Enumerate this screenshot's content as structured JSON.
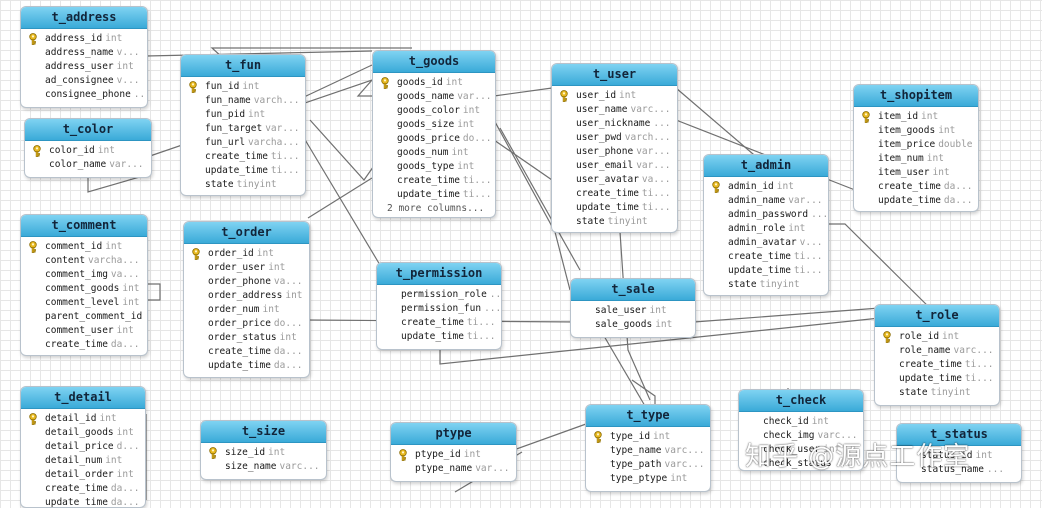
{
  "tables": [
    {
      "name": "t_address",
      "columns": [
        {
          "name": "address_id",
          "type": "int",
          "pk": true
        },
        {
          "name": "address_name",
          "type": "v..."
        },
        {
          "name": "address_user",
          "type": "int"
        },
        {
          "name": "ad_consignee",
          "type": "v..."
        },
        {
          "name": "consignee_phone",
          "type": "..."
        }
      ]
    },
    {
      "name": "t_color",
      "columns": [
        {
          "name": "color_id",
          "type": "int",
          "pk": true
        },
        {
          "name": "color_name",
          "type": "var..."
        }
      ]
    },
    {
      "name": "t_comment",
      "columns": [
        {
          "name": "comment_id",
          "type": "int",
          "pk": true
        },
        {
          "name": "content",
          "type": "varcha..."
        },
        {
          "name": "comment_img",
          "type": "va..."
        },
        {
          "name": "comment_goods",
          "type": "int"
        },
        {
          "name": "comment_level",
          "type": "int"
        },
        {
          "name": "parent_comment_id",
          "type": "..."
        },
        {
          "name": "comment_user",
          "type": "int"
        },
        {
          "name": "create_time",
          "type": "da..."
        }
      ]
    },
    {
      "name": "t_detail",
      "columns": [
        {
          "name": "detail_id",
          "type": "int",
          "pk": true
        },
        {
          "name": "detail_goods",
          "type": "int"
        },
        {
          "name": "detail_price",
          "type": "d..."
        },
        {
          "name": "detail_num",
          "type": "int"
        },
        {
          "name": "detail_order",
          "type": "int"
        },
        {
          "name": "create_time",
          "type": "da..."
        },
        {
          "name": "update_time",
          "type": "da..."
        }
      ]
    },
    {
      "name": "t_fun",
      "columns": [
        {
          "name": "fun_id",
          "type": "int",
          "pk": true
        },
        {
          "name": "fun_name",
          "type": "varch..."
        },
        {
          "name": "fun_pid",
          "type": "int"
        },
        {
          "name": "fun_target",
          "type": "var..."
        },
        {
          "name": "fun_url",
          "type": "varcha..."
        },
        {
          "name": "create_time",
          "type": "ti..."
        },
        {
          "name": "update_time",
          "type": "ti..."
        },
        {
          "name": "state",
          "type": "tinyint"
        }
      ]
    },
    {
      "name": "t_order",
      "columns": [
        {
          "name": "order_id",
          "type": "int",
          "pk": true
        },
        {
          "name": "order_user",
          "type": "int"
        },
        {
          "name": "order_phone",
          "type": "va..."
        },
        {
          "name": "order_address",
          "type": "int"
        },
        {
          "name": "order_num",
          "type": "int"
        },
        {
          "name": "order_price",
          "type": "do..."
        },
        {
          "name": "order_status",
          "type": "int"
        },
        {
          "name": "create_time",
          "type": "da..."
        },
        {
          "name": "update_time",
          "type": "da..."
        }
      ]
    },
    {
      "name": "t_size",
      "columns": [
        {
          "name": "size_id",
          "type": "int",
          "pk": true
        },
        {
          "name": "size_name",
          "type": "varc..."
        }
      ]
    },
    {
      "name": "t_goods",
      "more": "2 more columns...",
      "columns": [
        {
          "name": "goods_id",
          "type": "int",
          "pk": true
        },
        {
          "name": "goods_name",
          "type": "var..."
        },
        {
          "name": "goods_color",
          "type": "int"
        },
        {
          "name": "goods_size",
          "type": "int"
        },
        {
          "name": "goods_price",
          "type": "do..."
        },
        {
          "name": "goods_num",
          "type": "int"
        },
        {
          "name": "goods_type",
          "type": "int"
        },
        {
          "name": "create_time",
          "type": "ti..."
        },
        {
          "name": "update_time",
          "type": "ti..."
        }
      ]
    },
    {
      "name": "t_permission",
      "columns": [
        {
          "name": "permission_role",
          "type": "..."
        },
        {
          "name": "permission_fun",
          "type": "..."
        },
        {
          "name": "create_time",
          "type": "ti..."
        },
        {
          "name": "update_time",
          "type": "ti..."
        }
      ]
    },
    {
      "name": "ptype",
      "columns": [
        {
          "name": "ptype_id",
          "type": "int",
          "pk": true
        },
        {
          "name": "ptype_name",
          "type": "var..."
        }
      ]
    },
    {
      "name": "t_user",
      "columns": [
        {
          "name": "user_id",
          "type": "int",
          "pk": true
        },
        {
          "name": "user_name",
          "type": "varc..."
        },
        {
          "name": "user_nickname",
          "type": "..."
        },
        {
          "name": "user_pwd",
          "type": "varch..."
        },
        {
          "name": "user_phone",
          "type": "var..."
        },
        {
          "name": "user_email",
          "type": "var..."
        },
        {
          "name": "user_avatar",
          "type": "va..."
        },
        {
          "name": "create_time",
          "type": "ti..."
        },
        {
          "name": "update_time",
          "type": "ti..."
        },
        {
          "name": "state",
          "type": "tinyint"
        }
      ]
    },
    {
      "name": "t_sale",
      "columns": [
        {
          "name": "sale_user",
          "type": "int"
        },
        {
          "name": "sale_goods",
          "type": "int"
        }
      ]
    },
    {
      "name": "t_type",
      "columns": [
        {
          "name": "type_id",
          "type": "int",
          "pk": true
        },
        {
          "name": "type_name",
          "type": "varc..."
        },
        {
          "name": "type_path",
          "type": "varc..."
        },
        {
          "name": "type_ptype",
          "type": "int"
        }
      ]
    },
    {
      "name": "t_admin",
      "columns": [
        {
          "name": "admin_id",
          "type": "int",
          "pk": true
        },
        {
          "name": "admin_name",
          "type": "var..."
        },
        {
          "name": "admin_password",
          "type": "..."
        },
        {
          "name": "admin_role",
          "type": "int"
        },
        {
          "name": "admin_avatar",
          "type": "v..."
        },
        {
          "name": "create_time",
          "type": "ti..."
        },
        {
          "name": "update_time",
          "type": "ti..."
        },
        {
          "name": "state",
          "type": "tinyint"
        }
      ]
    },
    {
      "name": "t_check",
      "columns": [
        {
          "name": "check_id",
          "type": "int"
        },
        {
          "name": "check_img",
          "type": "varc..."
        },
        {
          "name": "check_user",
          "type": "int"
        },
        {
          "name": "check_status",
          "type": "..."
        }
      ]
    },
    {
      "name": "t_shopitem",
      "columns": [
        {
          "name": "item_id",
          "type": "int",
          "pk": true
        },
        {
          "name": "item_goods",
          "type": "int"
        },
        {
          "name": "item_price",
          "type": "double"
        },
        {
          "name": "item_num",
          "type": "int"
        },
        {
          "name": "item_user",
          "type": "int"
        },
        {
          "name": "create_time",
          "type": "da..."
        },
        {
          "name": "update_time",
          "type": "da..."
        }
      ]
    },
    {
      "name": "t_role",
      "columns": [
        {
          "name": "role_id",
          "type": "int",
          "pk": true
        },
        {
          "name": "role_name",
          "type": "varc..."
        },
        {
          "name": "create_time",
          "type": "ti..."
        },
        {
          "name": "update_time",
          "type": "ti..."
        },
        {
          "name": "state",
          "type": "tinyint"
        }
      ]
    },
    {
      "name": "t_status",
      "columns": [
        {
          "name": "status_id",
          "type": "int"
        },
        {
          "name": "status_name",
          "type": "..."
        }
      ]
    }
  ],
  "watermark": "知乎 @源点工作室",
  "colors": {
    "header": "#3aaad8",
    "line": "#707070",
    "key": "#e0b21a"
  }
}
